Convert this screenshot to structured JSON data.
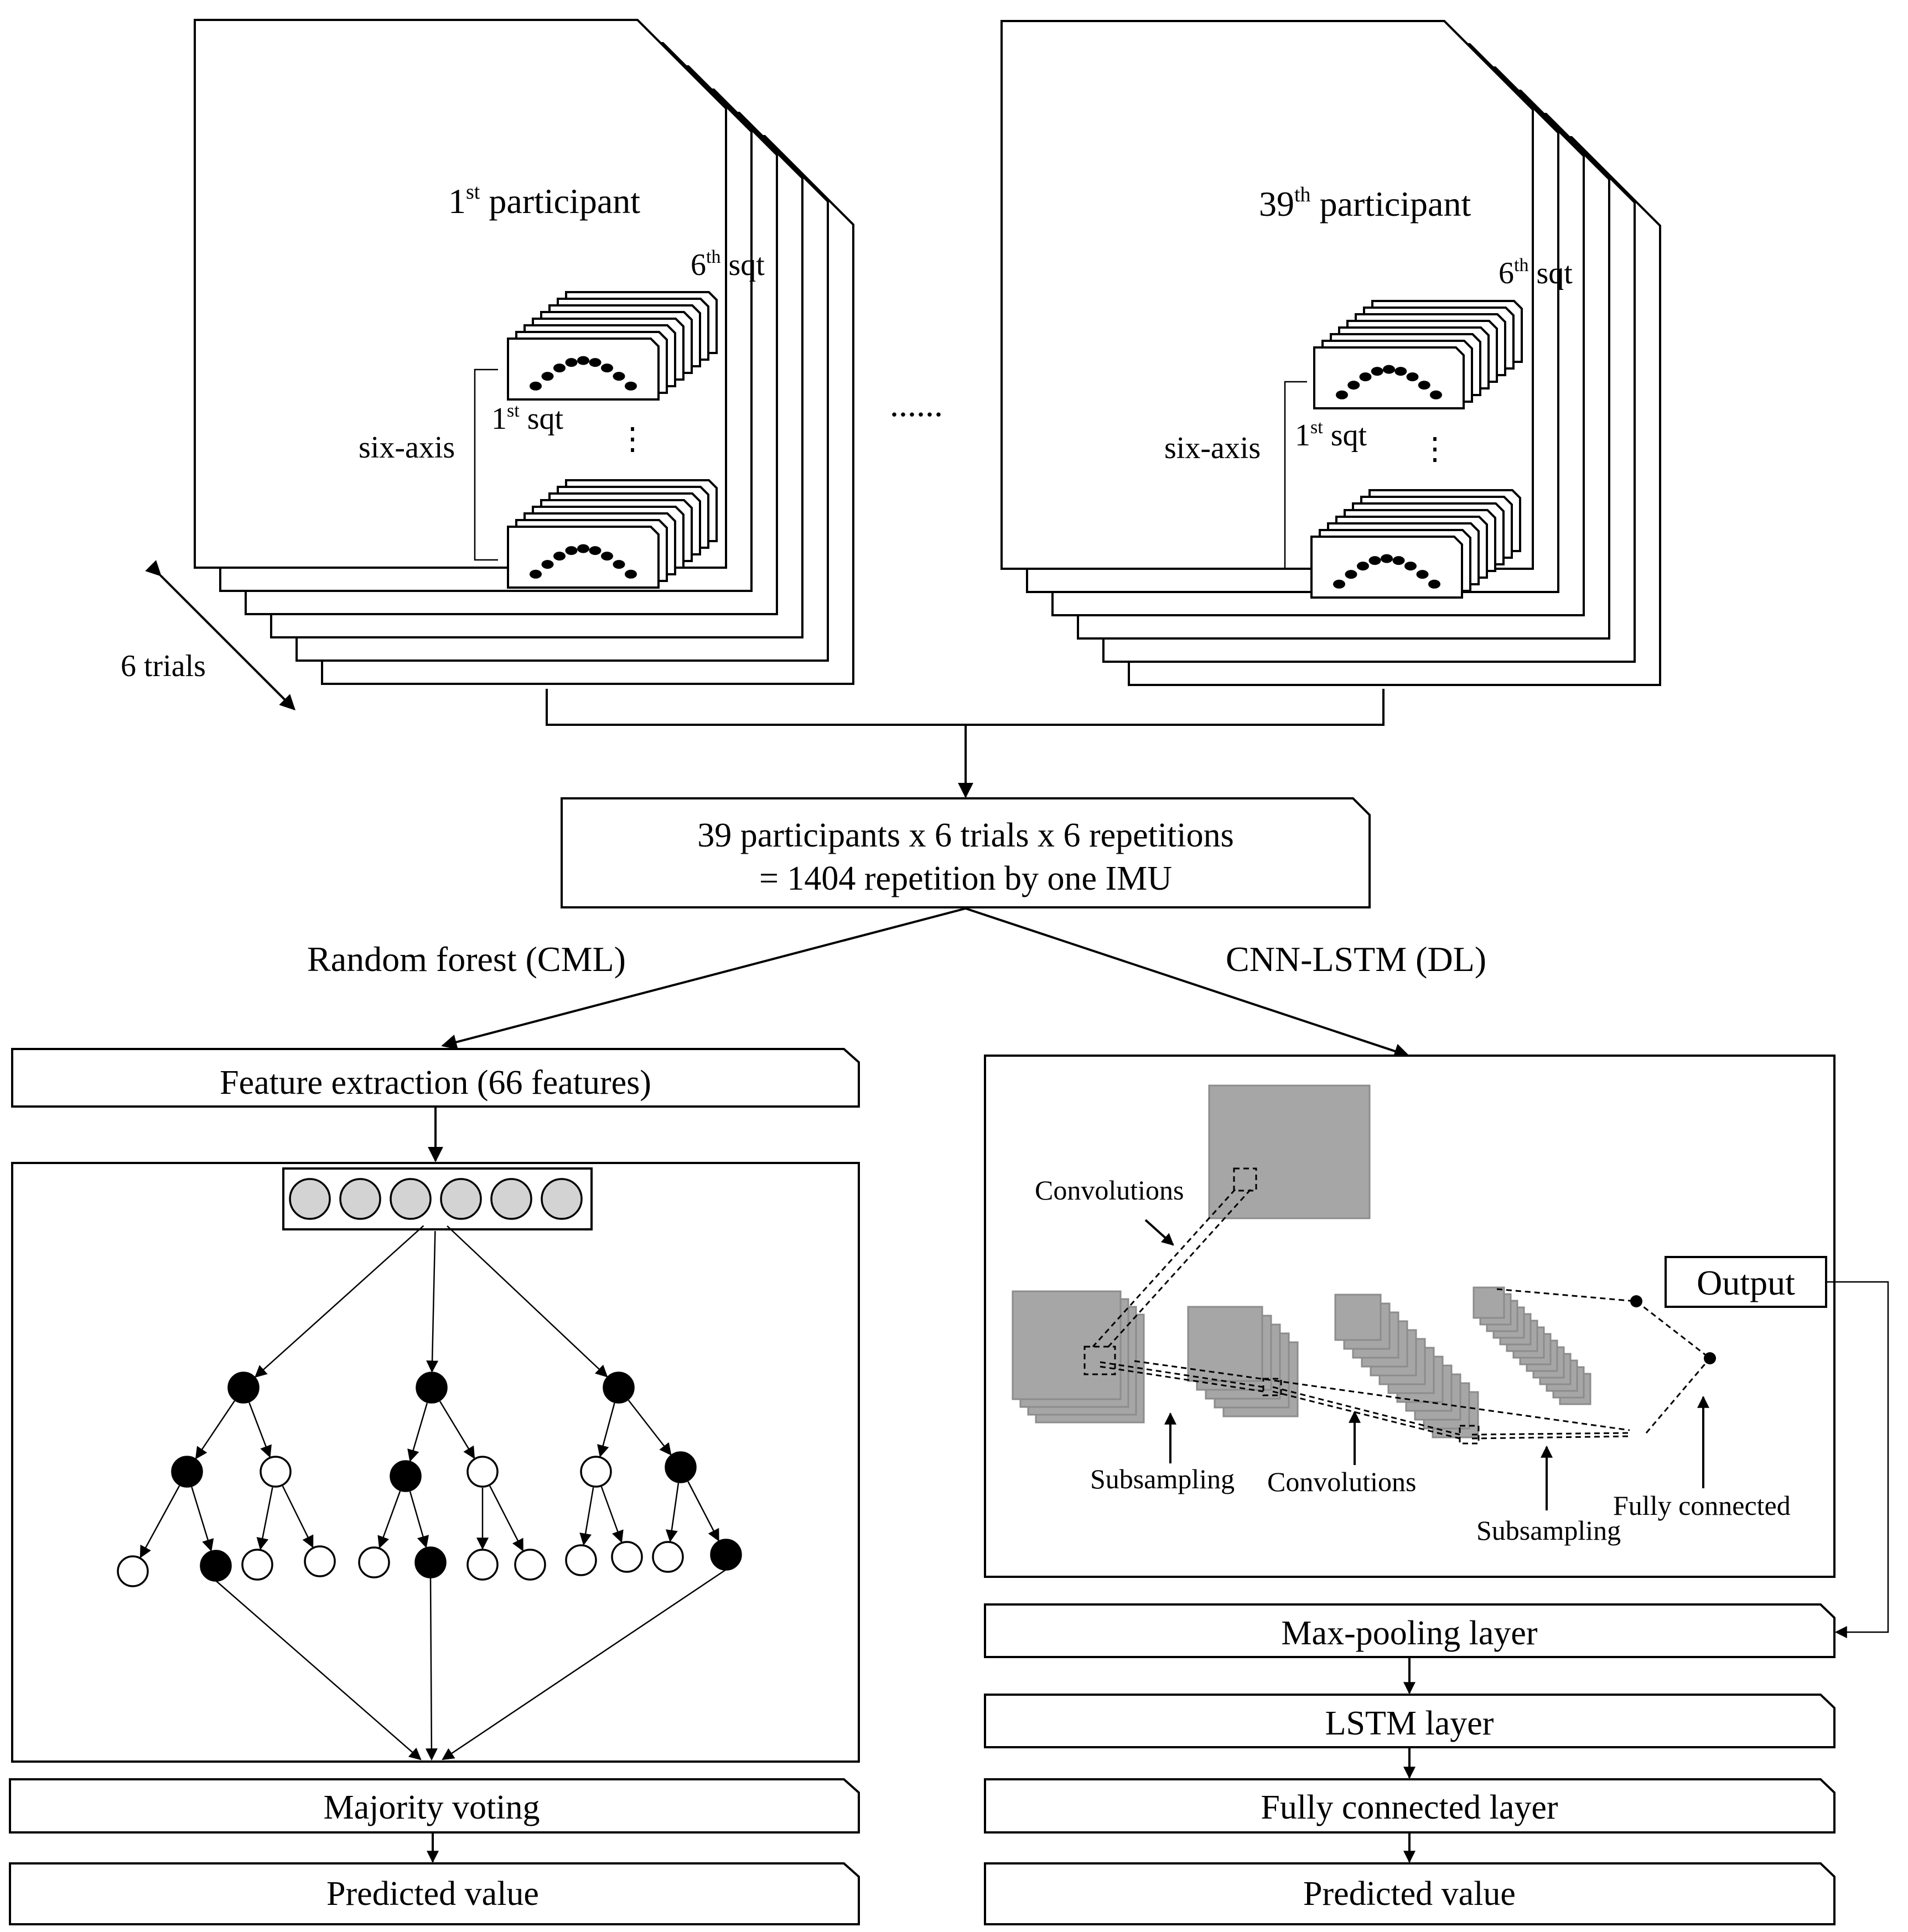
{
  "participant_first": {
    "base": "1",
    "sup": "st",
    "text": " participant"
  },
  "participant_last": {
    "base": "39",
    "sup": "th",
    "text": " participant"
  },
  "sqt_top": {
    "base": "6",
    "sup": "th",
    "text": " sqt"
  },
  "sqt_bottom": {
    "base": "1",
    "sup": "st",
    "text": " sqt"
  },
  "six_axis": "six-axis",
  "vdots": "⋮",
  "hdots": "......",
  "trials_label": "6 trials",
  "summary": {
    "line1": "39 participants  x 6 trials  x 6 repetitions",
    "line2": "= 1404  repetition by one IMU"
  },
  "branch_left": "Random forest (CML)",
  "branch_right": "CNN-LSTM (DL)",
  "feature_extraction": "Feature extraction (66  features)",
  "majority_voting": "Majority voting",
  "predicted_left": "Predicted value",
  "cnn": {
    "convolutions_top": "Convolutions",
    "output": "Output",
    "subsampling_1": "Subsampling",
    "convolutions_2": "Convolutions",
    "subsampling_2": "Subsampling",
    "fully_connected": "Fully connected"
  },
  "max_pooling": "Max-pooling layer",
  "lstm": "LSTM layer",
  "fully_connected_layer": "Fully connected layer",
  "predicted_right": "Predicted value",
  "colors": {
    "line": "#000000",
    "node_gray": "#d3d3d3",
    "feature_gray": "#a6a6a6"
  }
}
